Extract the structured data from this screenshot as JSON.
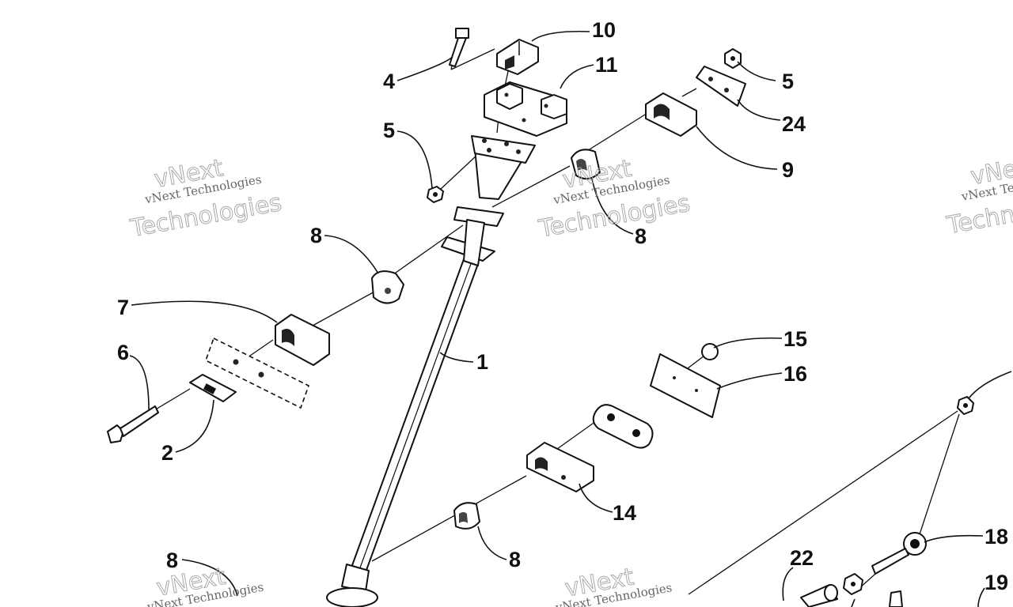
{
  "diagram": {
    "callouts": [
      {
        "id": "c1",
        "text": "1"
      },
      {
        "id": "c2",
        "text": "2"
      },
      {
        "id": "c4",
        "text": "4"
      },
      {
        "id": "c5a",
        "text": "5"
      },
      {
        "id": "c5b",
        "text": "5"
      },
      {
        "id": "c6",
        "text": "6"
      },
      {
        "id": "c7",
        "text": "7"
      },
      {
        "id": "c8a",
        "text": "8"
      },
      {
        "id": "c8b",
        "text": "8"
      },
      {
        "id": "c8c",
        "text": "8"
      },
      {
        "id": "c8d",
        "text": "8"
      },
      {
        "id": "c9",
        "text": "9"
      },
      {
        "id": "c10",
        "text": "10"
      },
      {
        "id": "c11",
        "text": "11"
      },
      {
        "id": "c14",
        "text": "14"
      },
      {
        "id": "c15",
        "text": "15"
      },
      {
        "id": "c16",
        "text": "16"
      },
      {
        "id": "c18",
        "text": "18"
      },
      {
        "id": "c19",
        "text": "19"
      },
      {
        "id": "c22",
        "text": "22"
      },
      {
        "id": "c24",
        "text": "24"
      }
    ]
  },
  "watermark": {
    "line1": "vNext",
    "line2": "vNext Technologies",
    "line3": "Technologies"
  }
}
